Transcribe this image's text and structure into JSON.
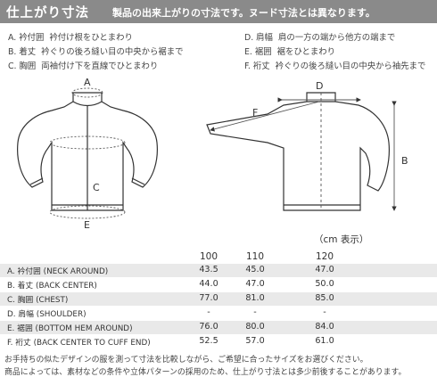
{
  "header": {
    "title": "仕上がり寸法",
    "subtitle": "製品の出来上がりの寸法です。ヌード寸法とは異なります。"
  },
  "legend": {
    "left": [
      {
        "key": "A. 衿付囲",
        "desc": "衿付け根をひとまわり"
      },
      {
        "key": "B. 着丈",
        "desc": "衿ぐりの後ろ縫い目の中央から裾まで"
      },
      {
        "key": "C. 胸囲",
        "desc": "両袖付け下を直線でひとまわり"
      }
    ],
    "right": [
      {
        "key": "D. 肩幅",
        "desc": "肩の一方の端から他方の端まで"
      },
      {
        "key": "E. 裾囲",
        "desc": "裾をひとまわり"
      },
      {
        "key": "F. 裄丈",
        "desc": "衿ぐりの後ろ縫い目の中央から袖先まで"
      }
    ]
  },
  "diagram": {
    "letters": {
      "a": "A",
      "b": "B",
      "c": "C",
      "d": "D",
      "e": "E",
      "f": "F"
    }
  },
  "unit_note": "（cm 表示）",
  "size_table": {
    "sizes": [
      "100",
      "110",
      "120"
    ],
    "rows": [
      {
        "label": "A. 衿付囲 (NECK AROUND)",
        "values": [
          "43.5",
          "45.0",
          "47.0"
        ]
      },
      {
        "label": "B. 着丈 (BACK CENTER)",
        "values": [
          "44.0",
          "47.0",
          "50.0"
        ]
      },
      {
        "label": "C. 胸囲 (CHEST)",
        "values": [
          "77.0",
          "81.0",
          "85.0"
        ]
      },
      {
        "label": "D. 肩幅 (SHOULDER)",
        "values": [
          "-",
          "-",
          "-"
        ]
      },
      {
        "label": "E. 裾囲 (BOTTOM HEM AROUND)",
        "values": [
          "76.0",
          "80.0",
          "84.0"
        ]
      },
      {
        "label": "F. 裄丈 (BACK CENTER TO CUFF END)",
        "values": [
          "52.5",
          "57.0",
          "61.0"
        ]
      }
    ]
  },
  "footnotes": [
    "お手持ちの似たデザインの服を測って寸法を比較しながら、ご希望に合ったサイズをお選びください。",
    "商品によっては、素材などの条件や立体パターンの採用のため、仕上がり寸法とは多少前後することがあります。"
  ]
}
